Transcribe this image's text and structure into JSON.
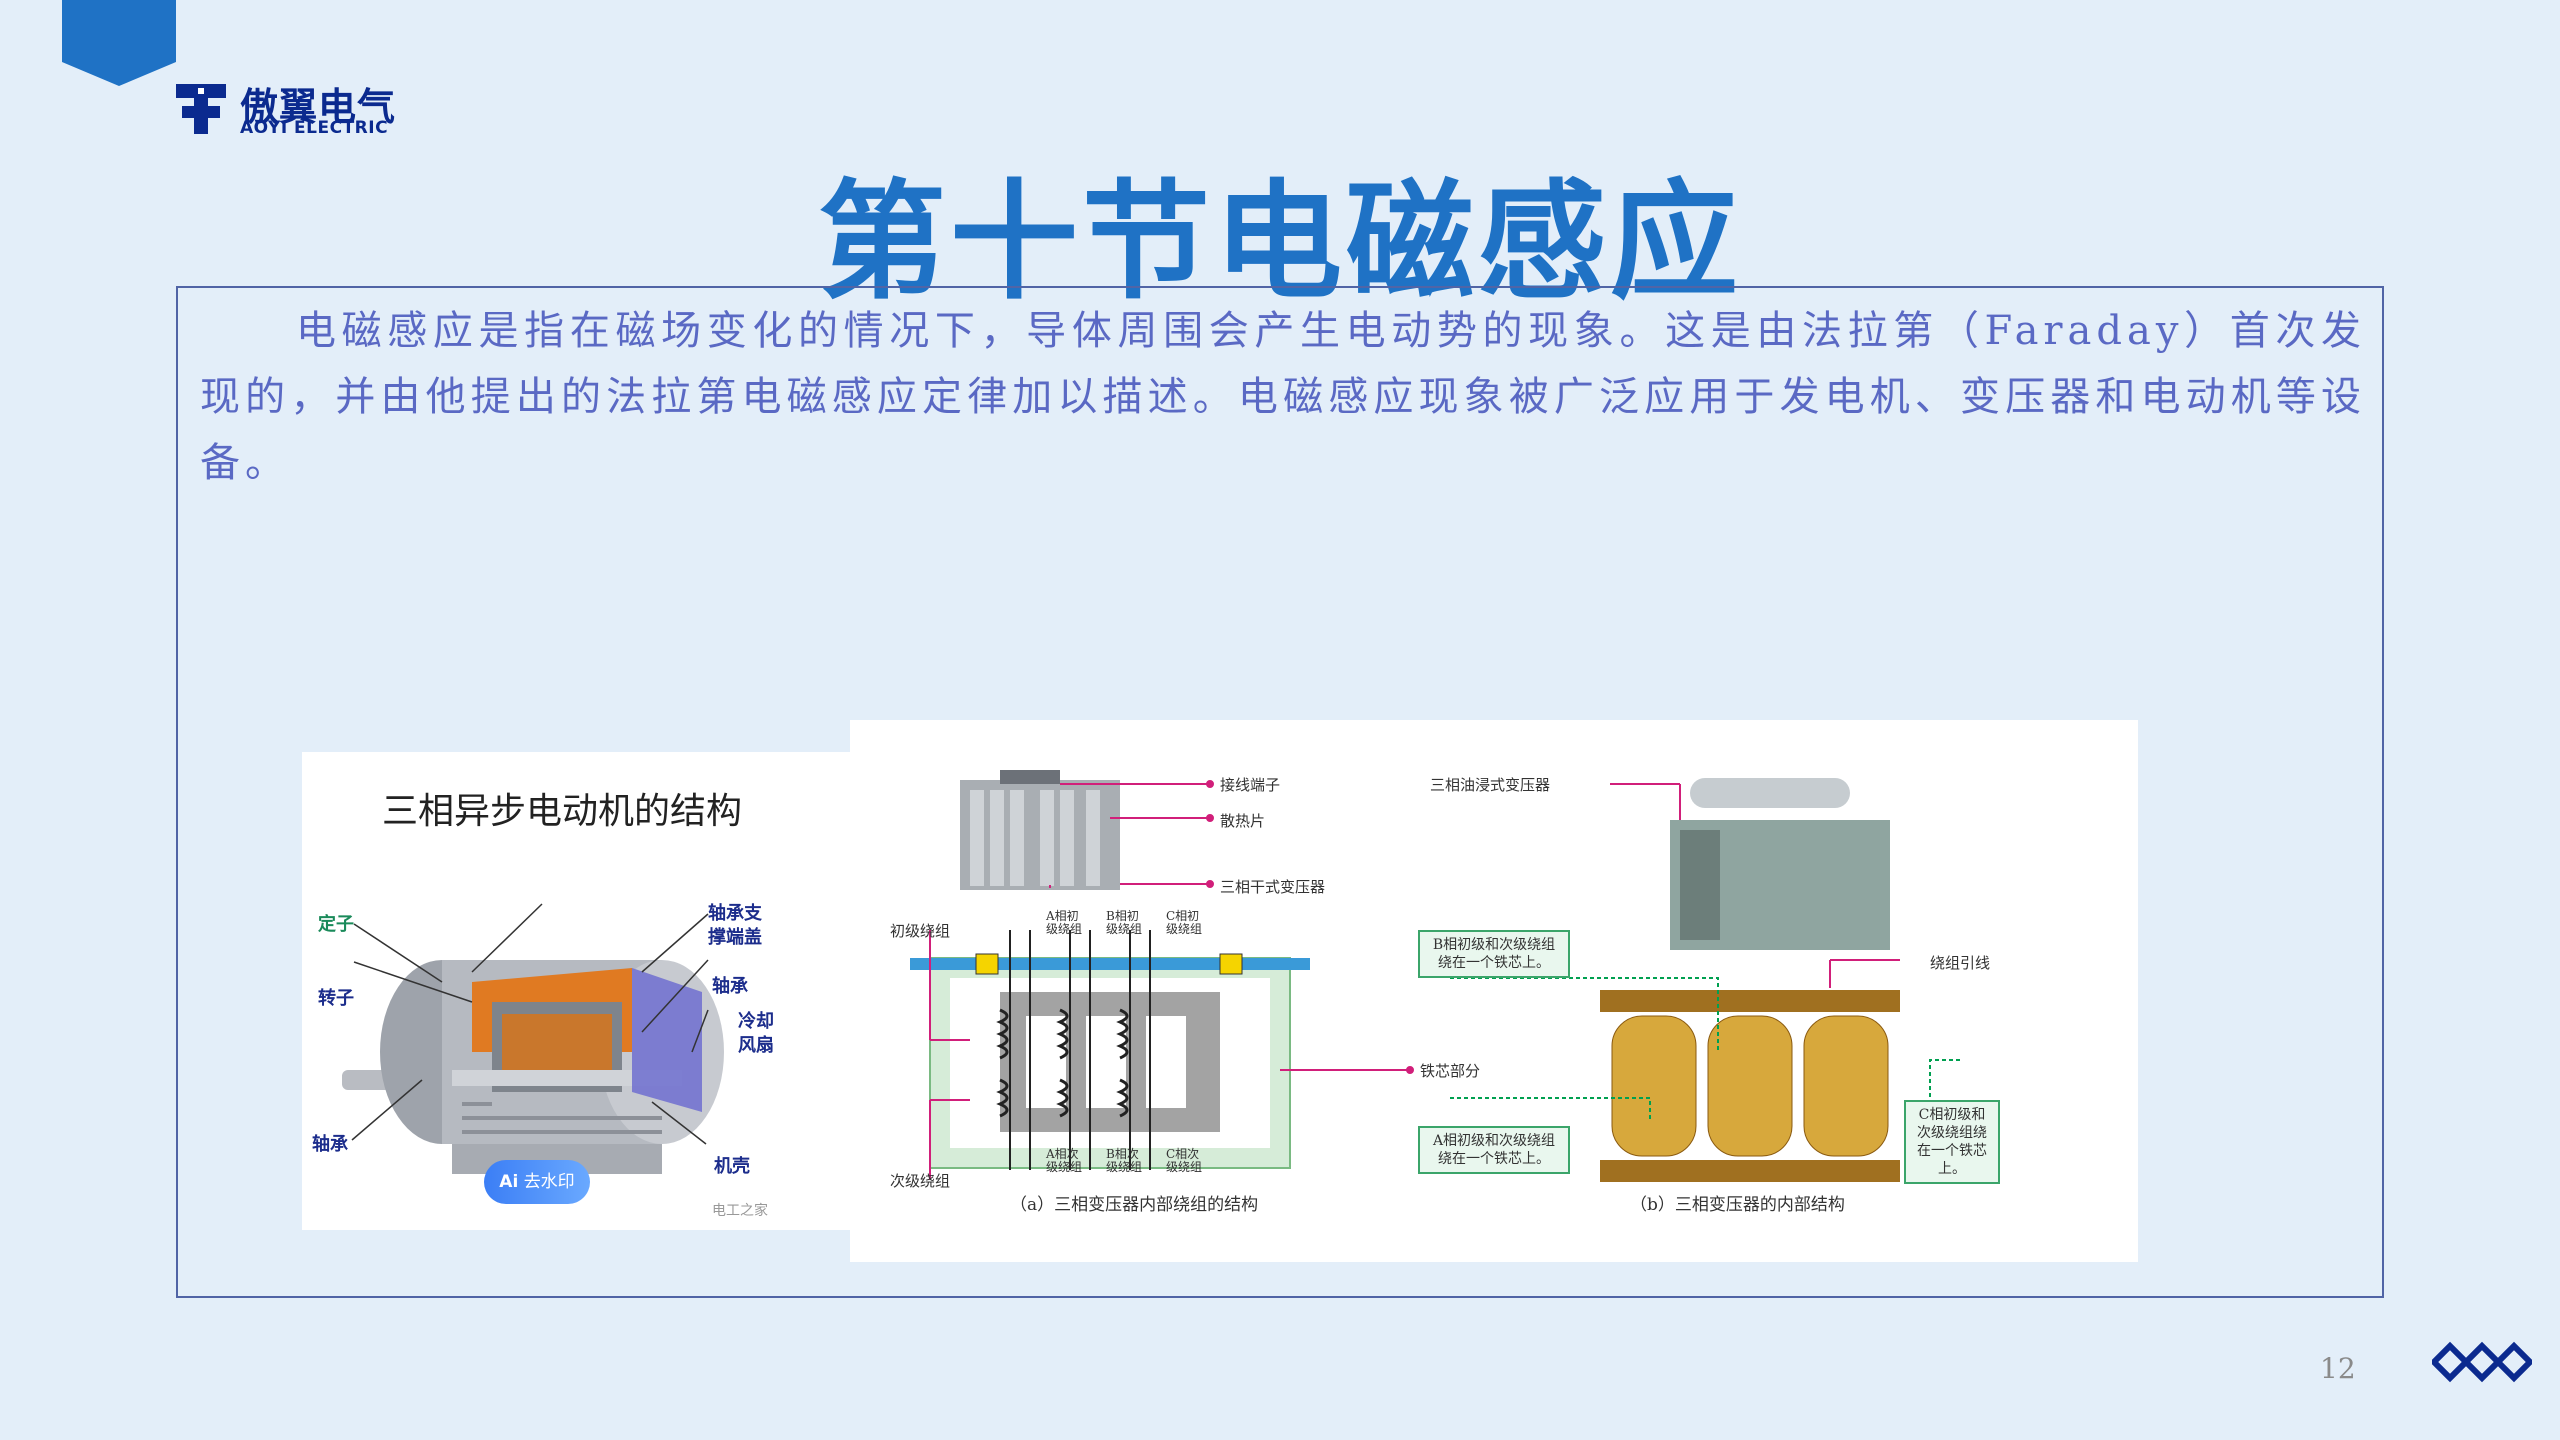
{
  "logo": {
    "brand_cn": "傲翼电气",
    "brand_en": "AOYI ELECTRIC"
  },
  "title": "第十节电磁感应",
  "paragraph": "电磁感应是指在磁场变化的情况下，导体周围会产生电动势的现象。这是由法拉第（Faraday）首次发现的，并由他提出的法拉第电磁感应定律加以描述。电磁感应现象被广泛应用于发电机、变压器和电动机等设备。",
  "motor_figure": {
    "title": "三相异步电动机的结构",
    "labels": {
      "stator": "定子",
      "rotor": "转子",
      "bearing": "轴承",
      "bearing_cover": "轴承支撑端盖",
      "bearing_right": "轴承",
      "fan": "冷却风扇",
      "housing": "机壳"
    },
    "watermark_button": "去水印",
    "watermark_icon_text": "Ai",
    "credit": "电工之家"
  },
  "transformer_figure": {
    "labels": {
      "terminals": "接线端子",
      "radiator": "散热片",
      "dry_type": "三相干式变压器",
      "primary": "初级绕组",
      "secondary": "次级绕组",
      "core": "铁芯部分",
      "oil_type": "三相油浸式变压器",
      "winding_leads": "绕组引线",
      "phase_a_top": "A相初级绕组",
      "phase_b_top": "B相初级绕组",
      "phase_c_top": "C相初级绕组",
      "phase_a_bottom": "A相次级绕组",
      "phase_b_bottom": "B相次级绕组",
      "phase_c_bottom": "C相次级绕组"
    },
    "notes": {
      "b_note": "B相初级和次级绕组绕在一个铁芯上。",
      "a_note": "A相初级和次级绕组绕在一个铁芯上。",
      "c_note": "C相初级和次级绕组绕在一个铁芯上。"
    },
    "caption_a": "（a）三相变压器内部绕组的结构",
    "caption_b": "（b）三相变压器的内部结构"
  },
  "page_number": "12",
  "colors": {
    "accent": "#1f72c5",
    "navy": "#0b2a8f",
    "text": "#5a69c4",
    "background": "#e3eef9"
  }
}
